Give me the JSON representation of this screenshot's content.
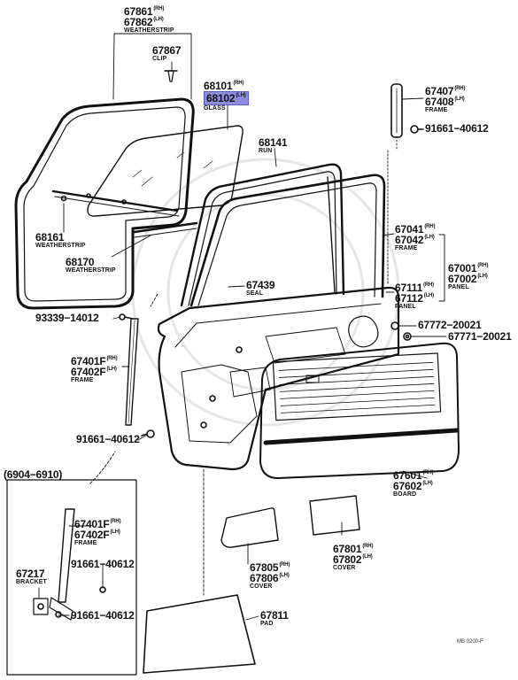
{
  "diagram": {
    "highlight_color": "#8e8ee0",
    "line_color": "#111111",
    "ref_code": "MB 0200-F",
    "inset_range": "(6904−6910)",
    "parts": {
      "weatherstrip_top": {
        "pn1": "67861",
        "sfx1": "(RH)",
        "pn2": "67862",
        "sfx2": "(LH)",
        "name": "WEATHERSTRIP"
      },
      "clip": {
        "pn": "67867",
        "name": "CLIP"
      },
      "glass": {
        "pn1": "68101",
        "sfx1": "(RH)",
        "pn2": "68102",
        "sfx2": "(LH)",
        "name": "GLASS"
      },
      "run": {
        "pn": "68141",
        "name": "RUN"
      },
      "frame_top": {
        "pn1": "67407",
        "sfx1": "(RH)",
        "pn2": "67408",
        "sfx2": "(LH)",
        "name": "FRAME"
      },
      "bolt_top": {
        "pn": "91661−40612"
      },
      "weatherstrip_mid": {
        "pn": "68161",
        "name": "WEATHERSTRIP"
      },
      "weatherstrip_low": {
        "pn": "68170",
        "name": "WEATHERSTRIP"
      },
      "frame_mid": {
        "pn1": "67041",
        "sfx1": "(RH)",
        "pn2": "67042",
        "sfx2": "(LH)",
        "name": "FRAME"
      },
      "panel_main": {
        "pn1": "67001",
        "sfx1": "(RH)",
        "pn2": "67002",
        "sfx2": "(LH)",
        "name": "PANEL"
      },
      "seal": {
        "pn": "67439",
        "name": "SEAL"
      },
      "panel_sub": {
        "pn1": "67111",
        "sfx1": "(RH)",
        "pn2": "67112",
        "sfx2": "(LH)",
        "name": "PANEL"
      },
      "screw": {
        "pn": "93339−14012"
      },
      "clip_a": {
        "pn": "67772−20021"
      },
      "clip_b": {
        "pn": "67771−20021"
      },
      "frame_rear": {
        "pn1": "67401F",
        "sfx1": "(RH)",
        "pn2": "67402F",
        "sfx2": "(LH)",
        "name": "FRAME"
      },
      "bolt_low": {
        "pn": "91661−40612"
      },
      "board": {
        "pn1": "67601",
        "sfx1": "(RH)",
        "pn2": "67602",
        "sfx2": "(LH)",
        "name": "BOARD"
      },
      "inset_frame": {
        "pn1": "67401F",
        "sfx1": "(RH)",
        "pn2": "67402F",
        "sfx2": "(LH)",
        "name": "FRAME"
      },
      "bracket": {
        "pn": "67217",
        "name": "BRACKET"
      },
      "inset_bolt1": {
        "pn": "91661−40612"
      },
      "inset_bolt2": {
        "pn": "91661−40612"
      },
      "cover_a": {
        "pn1": "67805",
        "sfx1": "(RH)",
        "pn2": "67806",
        "sfx2": "(LH)",
        "name": "COVER"
      },
      "cover_b": {
        "pn1": "67801",
        "sfx1": "(RH)",
        "pn2": "67802",
        "sfx2": "(LH)",
        "name": "COVER"
      },
      "pad": {
        "pn": "67811",
        "name": "PAD"
      }
    }
  }
}
